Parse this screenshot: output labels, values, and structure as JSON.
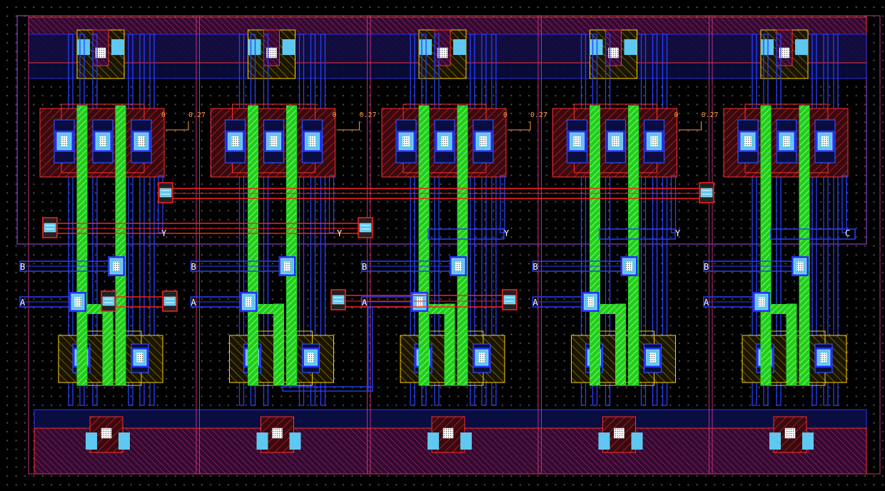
{
  "labels": {
    "input_a": "A",
    "input_b": "B",
    "output_y": "Y",
    "output_c": "C",
    "ruler_start": "0",
    "ruler_end": "0.27"
  },
  "colors": {
    "background": "#000000",
    "grid_dot": "#5a5a5a",
    "metal1": "#1f34ff",
    "metal2": "#ff2020",
    "poly": "#22dd22",
    "ndiff": "#ff3030",
    "pdiff": "#ffd400",
    "contact": "#5ec8f0",
    "well": "#d040d0",
    "ruler": "#ff9a3c"
  },
  "cells": [
    {
      "input_a": "A",
      "input_b": "B",
      "output": "Y",
      "ruler_start": "0",
      "ruler_end": "0.27"
    },
    {
      "input_a": "A",
      "input_b": "B",
      "output": "Y",
      "ruler_start": "0",
      "ruler_end": "0.27"
    },
    {
      "input_a": "A",
      "input_b": "B",
      "output": "Y",
      "ruler_start": "0",
      "ruler_end": "0.27"
    },
    {
      "input_a": "A",
      "input_b": "B",
      "output": "Y",
      "ruler_start": "0",
      "ruler_end": "0.27"
    },
    {
      "input_a": "A",
      "input_b": "B",
      "output": "C",
      "ruler_start": "",
      "ruler_end": ""
    }
  ],
  "extra_pins": {
    "cell0_y": "Y",
    "cell1_y": "Y"
  }
}
